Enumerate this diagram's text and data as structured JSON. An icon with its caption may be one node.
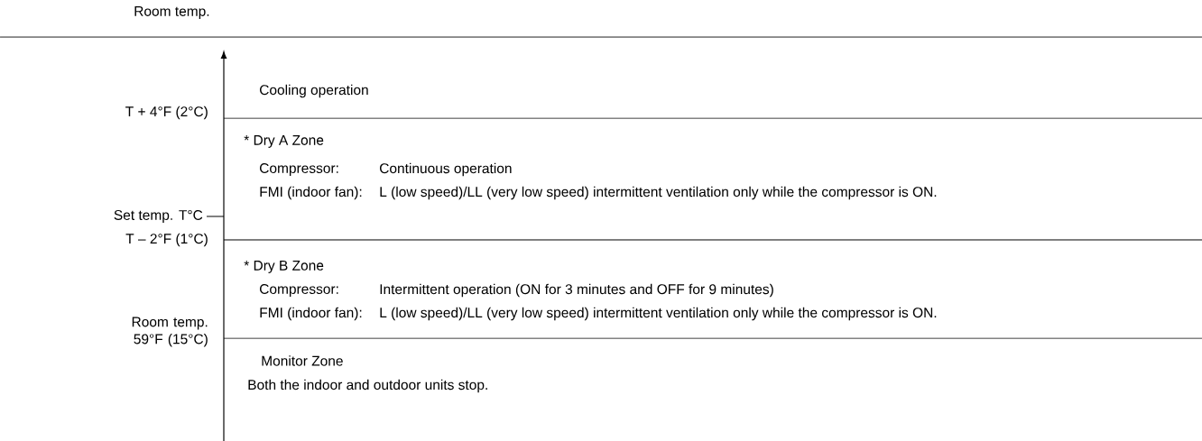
{
  "diagram": {
    "labels": [
      "Room temp.",
      "Cooling operation",
      "T + 4°F (2°C)",
      "* Dry A Zone",
      "Compressor:",
      "Continuous operation",
      "FMI (indoor fan):",
      "L (low speed)/LL (very low speed) intermittent ventilation only while the compressor is ON.",
      "Set temp. T°C",
      "T – 2°F (1°C)",
      "* Dry B Zone",
      "Compressor:",
      "Intermittent operation (ON for 3 minutes and OFF for 9 minutes)",
      "FMI (indoor fan):",
      "L (low speed)/LL (very low speed) intermittent ventilation only while the compressor is ON.",
      "Room temp. 59°F (15°C)",
      "Monitor Zone",
      "Both the indoor and outdoor units stop."
    ]
  }
}
